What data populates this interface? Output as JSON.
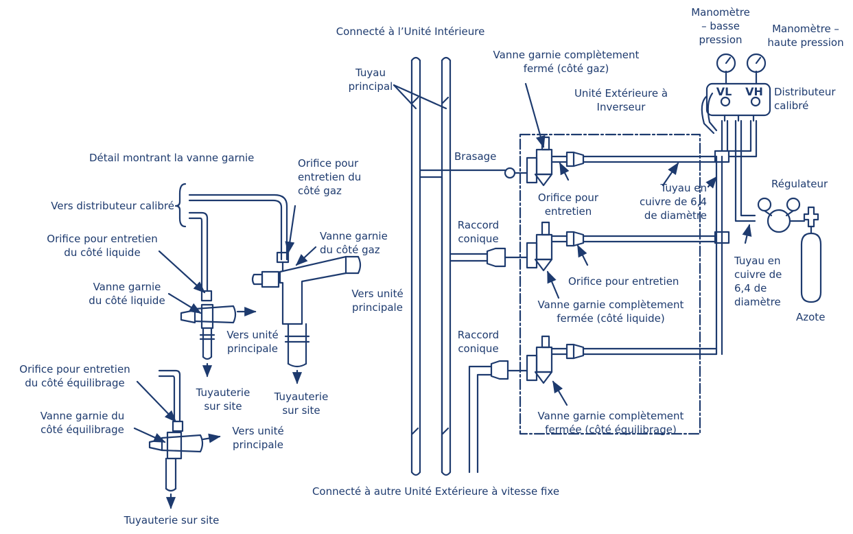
{
  "colors": {
    "line": "#1d3a6e",
    "background": "#ffffff"
  },
  "labels": {
    "connecte_interieure": "Connecté à l’Unité Intérieure",
    "connecte_autre": "Connecté à autre Unité Extérieure à vitesse fixe",
    "manometre_basse": "Manomètre\n– basse\npression",
    "manometre_haute": "Manomètre –\nhaute pression",
    "vl": "VL",
    "vh": "VH",
    "distributeur": "Distributeur\ncalibré",
    "regulateur": "Régulateur",
    "azote": "Azote",
    "tuyau_principal": "Tuyau\nprincipal",
    "vanne_ferme_gaz": "Vanne garnie complètement\nfermé (côté gaz)",
    "unite_exterieure": "Unité Extérieure à\nInverseur",
    "brasage": "Brasage",
    "orifice_entretien": "Orifice pour\nentretien",
    "tuyau_cuivre_1": "Tuyau en\ncuivre de 6,4\nde diamètre",
    "tuyau_cuivre_2": "Tuyau en\ncuivre de\n6,4 de\ndiamètre",
    "raccord_conique_1": "Raccord\nconique",
    "raccord_conique_2": "Raccord\nconique",
    "orifice_entretien_2": "Orifice pour entretien",
    "vanne_fermee_liquide": "Vanne garnie complètement\nfermée (côté liquide)",
    "vanne_fermee_equilibrage": "Vanne garnie complètement\nfermée (côté équilibrage)",
    "vers_unite_principale_main": "Vers unité\nprincipale",
    "detail_title": "Détail montrant la vanne garnie",
    "vers_distributeur": "Vers distributeur calibré",
    "orifice_gaz": "Orifice pour\nentretien du\ncôté gaz",
    "vanne_gaz": "Vanne garnie\ndu côté gaz",
    "orifice_liquide": "Orifice pour entretien\ndu côté liquide",
    "vanne_liquide": "Vanne garnie\ndu côté liquide",
    "vers_unite_1": "Vers unité\nprincipale",
    "vers_unite_2": "Vers unité\nprincipale",
    "tuyauterie_1": "Tuyauterie\nsur site",
    "tuyauterie_2": "Tuyauterie\nsur site",
    "orifice_equilibrage": "Orifice pour entretien\ndu côté équilibrage",
    "vanne_equilibrage": "Vanne garnie du\ncôté équilibrage",
    "tuyauterie_3": "Tuyauterie sur site"
  }
}
